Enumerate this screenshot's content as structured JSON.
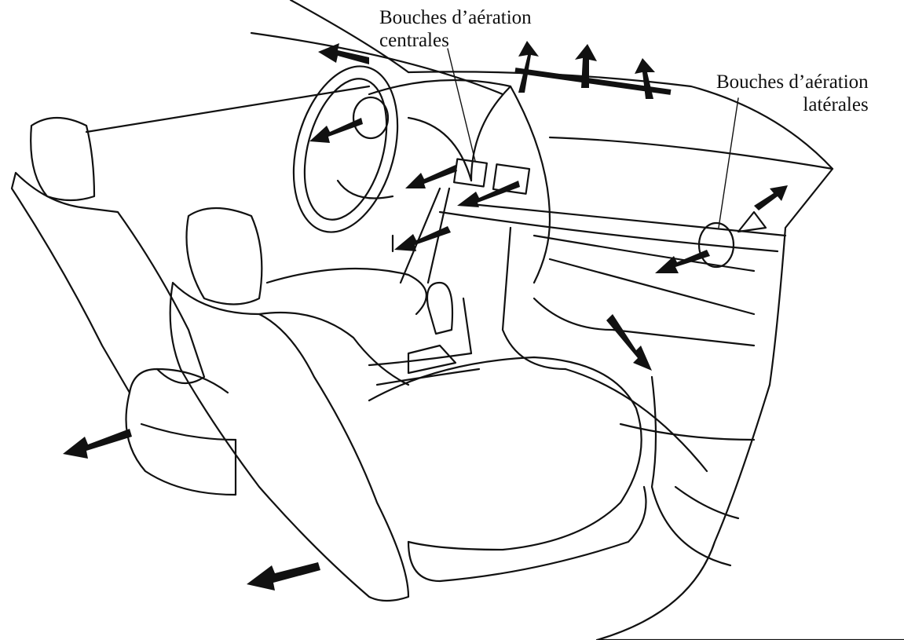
{
  "labels": {
    "central_vents": {
      "line1": "Bouches d’aération",
      "line2": "centrales"
    },
    "side_vents": {
      "line1": "Bouches d’aération",
      "line2": "latérales"
    }
  },
  "colors": {
    "line": "#111111",
    "background": "#ffffff"
  }
}
